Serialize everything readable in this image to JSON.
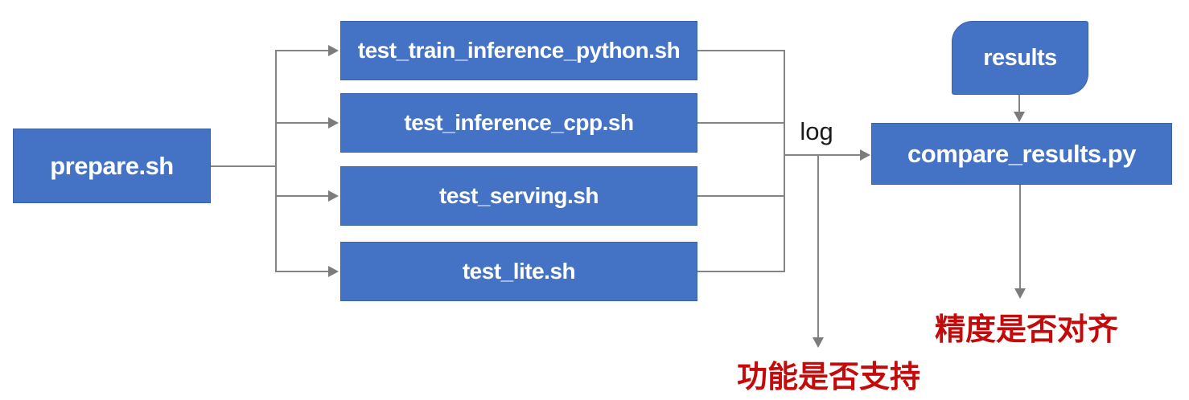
{
  "diagram": {
    "title": "test pipeline flowchart",
    "nodes": {
      "prepare": {
        "label": "prepare.sh",
        "shape": "rectangle"
      },
      "tests": [
        {
          "label": "test_train_inference_python.sh",
          "shape": "rectangle"
        },
        {
          "label": "test_inference_cpp.sh",
          "shape": "rectangle"
        },
        {
          "label": "test_serving.sh",
          "shape": "rectangle"
        },
        {
          "label": "test_lite.sh",
          "shape": "rectangle"
        }
      ],
      "results": {
        "label": "results",
        "shape": "round-diagonal-corner-rectangle"
      },
      "compare": {
        "label": "compare_results.py",
        "shape": "rectangle"
      }
    },
    "edges": {
      "log_label": "log",
      "flow": [
        "prepare.sh -> test_train_inference_python.sh",
        "prepare.sh -> test_inference_cpp.sh",
        "prepare.sh -> test_serving.sh",
        "prepare.sh -> test_lite.sh",
        "tests -> (log) -> compare_results.py",
        "tests -> (log) -> 功能是否支持",
        "results -> compare_results.py",
        "compare_results.py -> 精度是否对齐"
      ]
    },
    "outcomes": {
      "function_support": "功能是否支持",
      "accuracy_aligned": "精度是否对齐"
    },
    "colors": {
      "node_fill": "#4472C4",
      "node_border": "#3D63A6",
      "node_text": "#FFFFFF",
      "connector": "#848484",
      "arrowhead": "#7C7C7C",
      "edge_label_text": "#1B1B1B",
      "outcome_text": "#C40A0A",
      "background": "#FFFFFF"
    }
  }
}
